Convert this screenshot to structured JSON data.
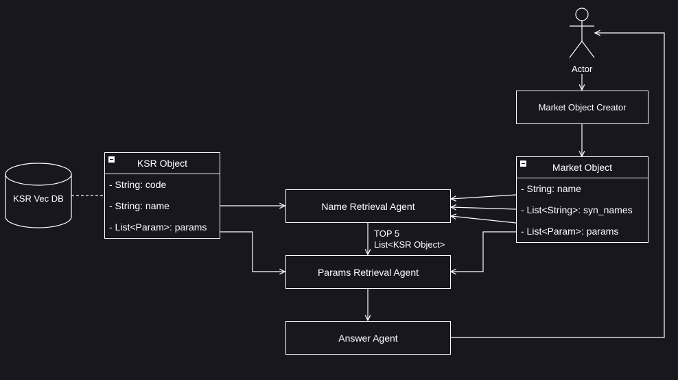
{
  "db": {
    "label": "KSR Vec DB"
  },
  "actor": {
    "label": "Actor"
  },
  "ksr_object": {
    "title": "KSR Object",
    "fields": [
      "- String: code",
      "- String: name",
      "- List<Param>: params"
    ]
  },
  "market_object": {
    "title": "Market Object",
    "fields": [
      "- String: name",
      "- List<String>: syn_names",
      "- List<Param>: params"
    ]
  },
  "market_object_creator": {
    "label": "Market Object Creator"
  },
  "name_agent": {
    "label": "Name Retrieval Agent"
  },
  "params_agent": {
    "label": "Params Retrieval Agent"
  },
  "answer_agent": {
    "label": "Answer Agent"
  },
  "edge_label": {
    "line1": "TOP 5",
    "line2": "List<KSR Object>"
  },
  "colors": {
    "background": "#18171f",
    "stroke": "#ffffff"
  }
}
